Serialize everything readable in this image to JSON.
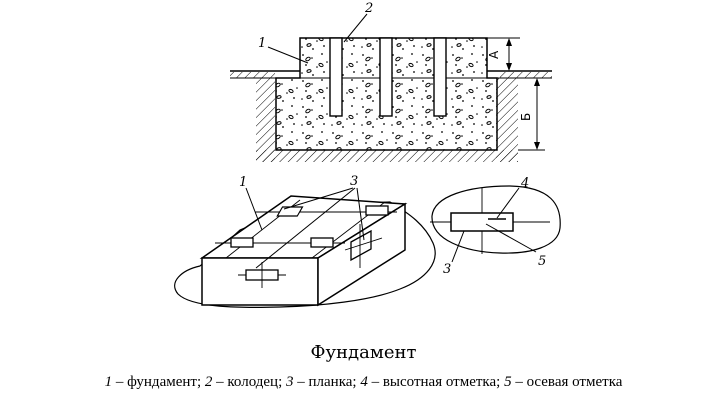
{
  "labels": {
    "top_1": "1",
    "top_2": "2",
    "dim_a": "А",
    "dim_b": "Б",
    "bottom_1": "1",
    "bottom_3a": "3",
    "right_4": "4",
    "right_3": "3",
    "right_5": "5"
  },
  "title": "Фундамент",
  "caption": [
    {
      "num": "1",
      "text": " – фундамент; "
    },
    {
      "num": "2",
      "text": " – колодец; "
    },
    {
      "num": "3",
      "text": " – планка; "
    },
    {
      "num": "4",
      "text": " – высотная отметка; "
    },
    {
      "num": "5",
      "text": " – осевая отметка"
    }
  ]
}
